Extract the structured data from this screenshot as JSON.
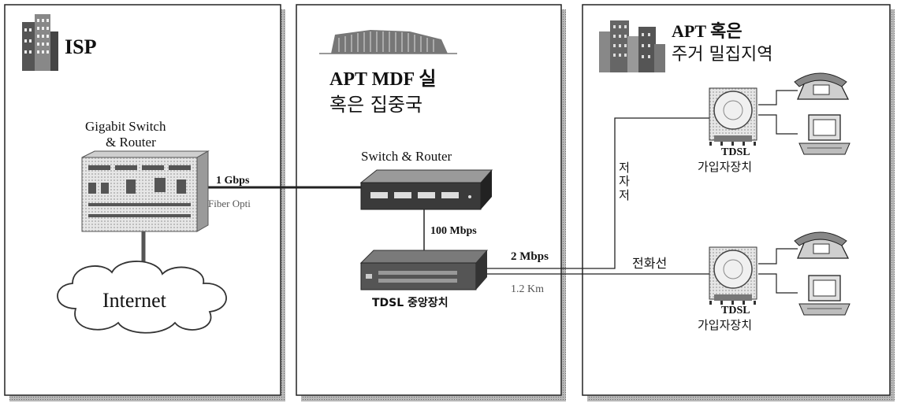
{
  "panels": {
    "left": {
      "title": "ISP"
    },
    "middle": {
      "title_line1": "APT MDF 실",
      "title_line2": "혹은 집중국"
    },
    "right": {
      "title_line1": "APT 혹은",
      "title_line2": "주거 밀집지역"
    }
  },
  "devices": {
    "gigabit_switch": {
      "label_line1": "Gigabit Switch",
      "label_line2": "& Router"
    },
    "switch_router": {
      "label": "Switch & Router"
    },
    "tdsl_central": {
      "label": "TDSL 중앙장치"
    },
    "tdsl_subscriber_top": {
      "label_line1": "TDSL",
      "label_line2": "가입자장치"
    },
    "tdsl_subscriber_bottom": {
      "label_line1": "TDSL",
      "label_line2": "가입자장치"
    },
    "internet": {
      "label": "Internet"
    }
  },
  "links": {
    "isp_to_switch": {
      "speed": "1 Gbps",
      "medium": "Fiber Opti"
    },
    "switch_to_central": {
      "speed": "100 Mbps"
    },
    "central_to_subscriber": {
      "speed": "2 Mbps",
      "distance": "1.2 Km"
    },
    "phone_line": {
      "label": "전화선"
    },
    "twisted_pair": {
      "label": "저자저"
    }
  },
  "colors": {
    "panel_shadow": "#9a9a9a",
    "device_dark": "#3a3a3a",
    "device_light": "#e4e4e4"
  }
}
